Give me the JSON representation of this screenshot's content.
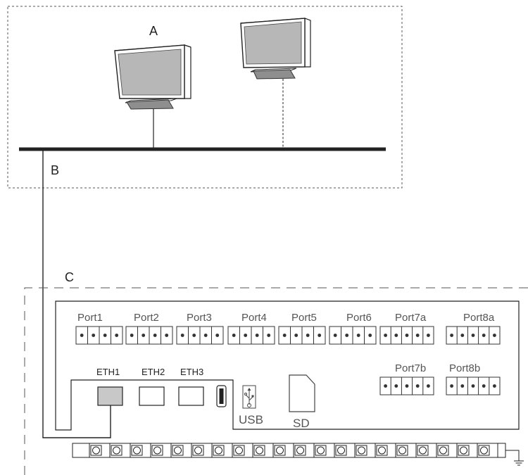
{
  "labels": {
    "network_area": "A",
    "uplink": "B",
    "controller_area": "C"
  },
  "ports_top": [
    "Port1",
    "Port2",
    "Port3",
    "Port4",
    "Port5",
    "Port6",
    "Port7a",
    "Port8a"
  ],
  "ports_bottom": [
    "Port7b",
    "Port8b"
  ],
  "ethernet": [
    "ETH1",
    "ETH2",
    "ETH3"
  ],
  "devices": {
    "usb": "USB",
    "sd": "SD"
  },
  "colors": {
    "line": "#222222",
    "dashed": "#555555",
    "screen": "#b7b7b7",
    "stand": "#8e8e8e",
    "eth1_fill": "#c8c8c8"
  }
}
